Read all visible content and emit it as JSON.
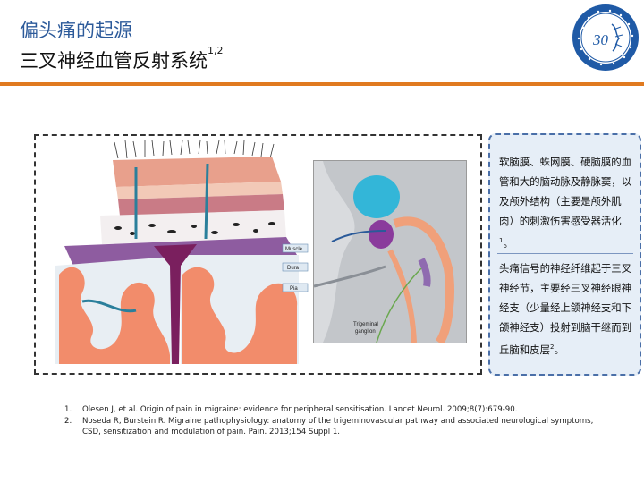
{
  "header": {
    "title": "偏头痛的起源",
    "subtitle": "三叉神经血管反射系统",
    "subtitle_sup": "1,2"
  },
  "colors": {
    "accent_rule": "#e07a1f",
    "title_blue": "#2c5a9a",
    "side_border": "#4a6fa8"
  },
  "figure": {
    "layer_labels": [
      "Muscle",
      "Dura",
      "Pia"
    ],
    "ganglion_label_line1": "Trigeminal",
    "ganglion_label_line2": "ganglion"
  },
  "side_panel": {
    "para1": "软脑膜、蛛网膜、硬脑膜的血管和大的脑动脉及静脉窦，以及颅外结构（主要是颅外肌肉）的刺激伤害感受器活化",
    "para1_sup": "1",
    "para1_end": "。",
    "para2": "头痛信号的神经纤维起于三叉神经节，主要经三叉神经眼神经支（少量经上颌神经支和下颌神经支）投射到脑干继而到丘脑和皮层",
    "para2_sup": "2",
    "para2_end": "。"
  },
  "references": [
    {
      "num": "1.",
      "text": "Olesen J, et al. Origin of pain in migraine: evidence for peripheral sensitisation. Lancet Neurol. 2009;8(7):679-90."
    },
    {
      "num": "2.",
      "text": "Noseda R, Burstein R. Migraine pathophysiology: anatomy of the trigeminovascular pathway and associated neurological symptoms, CSD, sensitization and modulation of pain. Pain. 2013;154 Suppl 1."
    }
  ]
}
